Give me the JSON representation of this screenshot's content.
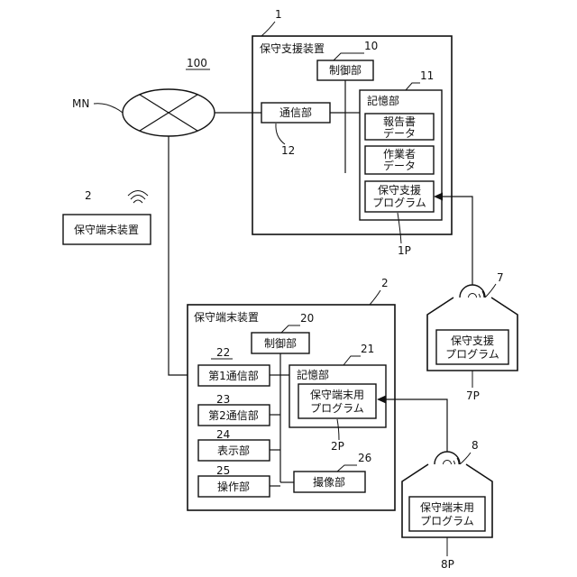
{
  "figure_number": "100",
  "network": {
    "label": "MN"
  },
  "remote_terminal": {
    "ref": "2",
    "label": "保守端末装置"
  },
  "support_device": {
    "ref": "1",
    "title": "保守支援装置",
    "control": {
      "ref": "10",
      "label": "制御部"
    },
    "comm": {
      "ref": "12",
      "label": "通信部"
    },
    "storage": {
      "ref": "11",
      "label": "記憶部",
      "items": [
        {
          "lines": [
            "報告書",
            "データ"
          ]
        },
        {
          "lines": [
            "作業者",
            "データ"
          ]
        },
        {
          "lines": [
            "保守支援",
            "プログラム"
          ]
        }
      ],
      "program_ref": "1P"
    }
  },
  "disc_1": {
    "ref": "7",
    "lines": [
      "保守支援",
      "プログラム"
    ],
    "program_ref": "7P"
  },
  "terminal_device": {
    "ref": "2",
    "title": "保守端末装置",
    "control": {
      "ref": "20",
      "label": "制御部"
    },
    "comm1": {
      "ref": "22",
      "label": "第1通信部"
    },
    "comm2": {
      "ref": "23",
      "label": "第2通信部"
    },
    "display": {
      "ref": "24",
      "label": "表示部"
    },
    "operation": {
      "ref": "25",
      "label": "操作部"
    },
    "camera": {
      "ref": "26",
      "label": "撮像部"
    },
    "storage": {
      "ref": "21",
      "label": "記憶部",
      "program_lines": [
        "保守端末用",
        "プログラム"
      ],
      "program_ref": "2P"
    }
  },
  "disc_2": {
    "ref": "8",
    "lines": [
      "保守端末用",
      "プログラム"
    ],
    "program_ref": "8P"
  }
}
